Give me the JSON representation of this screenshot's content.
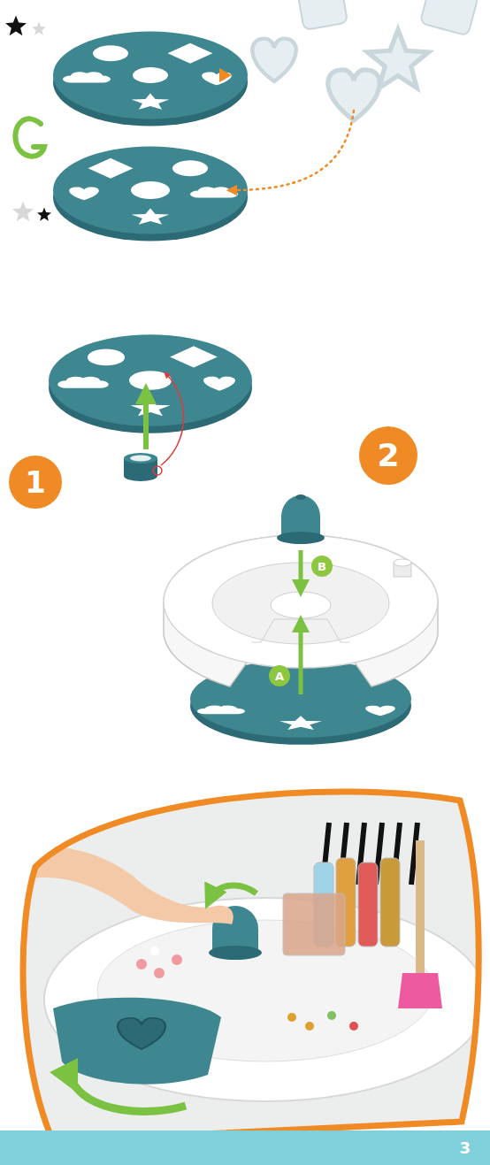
{
  "diagram": {
    "nodes": [
      {
        "text": [
          "1"
        ]
      },
      {
        "text": [
          "2"
        ]
      },
      {
        "text": [
          "A"
        ]
      },
      {
        "text": [
          "B"
        ]
      },
      {
        "text": [
          "3"
        ]
      }
    ]
  }
}
